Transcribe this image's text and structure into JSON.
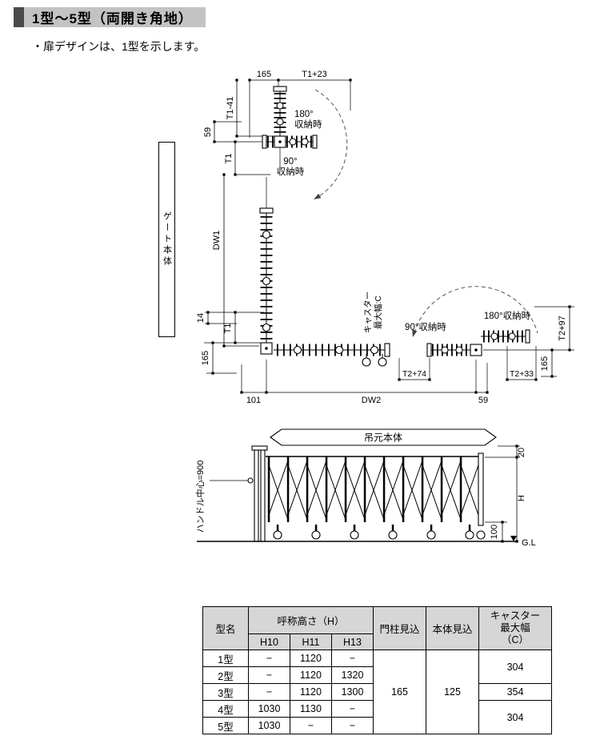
{
  "header": {
    "title": "1型～5型（両開き角地）"
  },
  "note": "・扉デザインは、1型を示します。",
  "colors": {
    "title_accent": "#4a4a4a",
    "title_bar_bg": "#c3c3c3",
    "table_header_bg": "#d6d6d6",
    "line_color": "#000000"
  },
  "plan": {
    "dim_165_top": "165",
    "dim_t1_23": "T1+23",
    "dim_t1_41": "T1-41",
    "dim_59_left": "59",
    "dim_t1_upper": "T1",
    "fold_180_line1": "180°",
    "fold_180_line2": "収納時",
    "fold_90_line1": "90°",
    "fold_90_line2": "収納時",
    "dim_dw1": "DW1",
    "gate_body_label": "ゲート本体",
    "dim_14": "14",
    "dim_t1_lower": "T1",
    "dim_165_mid": "165",
    "caster_label_1": "キャスター",
    "caster_label_2": "最大幅:C",
    "fold_90_right": "90°収納時",
    "fold_180_right": "180°収納時",
    "dim_t2_97": "T2+97",
    "dim_165_right": "165",
    "dim_t2_74": "T2+74",
    "dim_t2_33": "T2+33",
    "dim_101": "101",
    "dim_dw2": "DW2",
    "dim_59_right": "59",
    "hinge_body_label": "吊元本体"
  },
  "elevation": {
    "handle_center": "ハンドル中心=900",
    "dim_20": "20",
    "dim_h": "H",
    "dim_100": "100",
    "gl_label": "G.L"
  },
  "table": {
    "col_model": "型名",
    "col_height": "呼称高さ（H）",
    "col_h10": "H10",
    "col_h11": "H11",
    "col_h13": "H13",
    "col_pillar": "門柱見込",
    "col_body": "本体見込",
    "col_caster": "キャスター\n最大幅\n（C）",
    "rows": [
      {
        "name": "1型",
        "h10": "−",
        "h11": "1120",
        "h13": "−"
      },
      {
        "name": "2型",
        "h10": "−",
        "h11": "1120",
        "h13": "1320"
      },
      {
        "name": "3型",
        "h10": "−",
        "h11": "1120",
        "h13": "1300"
      },
      {
        "name": "4型",
        "h10": "1030",
        "h11": "1130",
        "h13": "−"
      },
      {
        "name": "5型",
        "h10": "1030",
        "h11": "−",
        "h13": "−"
      }
    ],
    "pillar_value": "165",
    "body_value": "125",
    "caster_values": [
      "304",
      "354",
      "304"
    ]
  }
}
